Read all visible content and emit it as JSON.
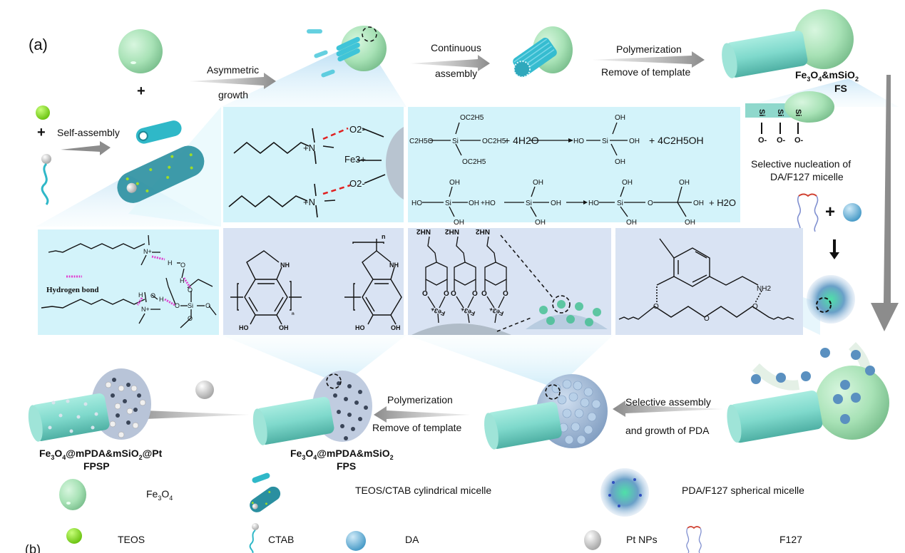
{
  "panel_label": "(a)",
  "panel_label_b": "(b)",
  "steps": {
    "asymmetric": [
      "Asymmetric",
      "growth"
    ],
    "continuous": [
      "Continuous",
      "assembly"
    ],
    "polymerization_top": [
      "Polymerization",
      "Remove of template"
    ],
    "self_assembly": "Self-assembly",
    "selective_nucleation": [
      "Selective nucleation of",
      "DA/F127 micelle"
    ],
    "selective_assembly": [
      "Selective assembly",
      "and growth of PDA"
    ],
    "polymerization_bottom": [
      "Polymerization",
      "Remove of template"
    ],
    "plus": "+"
  },
  "products": {
    "fs": {
      "formula": "Fe3O4&mSiO2",
      "abbr": "FS"
    },
    "fps": {
      "formula": "Fe3O4@mPDA&mSiO2",
      "abbr": "FPS"
    },
    "fpsp": {
      "formula": "Fe3O4@mPDA&mSiO2@Pt",
      "abbr": "FPSP"
    }
  },
  "chem": {
    "ctab_fe": {
      "o2_top": "O2-",
      "fe": "Fe3+",
      "o2_bottom": "O2-",
      "n_plus": "+N"
    },
    "teos_hydrolysis": {
      "oc2h5": "OC2H5",
      "c2h5o": "C2H5O",
      "si": "Si",
      "plus_water": "+ 4H2O",
      "ho": "HO",
      "oh": "OH",
      "plus_ethanol": "+ 4C2H5OH"
    },
    "condensation": {
      "plus_ho": "+HO",
      "o": "O",
      "plus_h2o": "+ H2O"
    },
    "hbond": {
      "label": "Hydrogen bond",
      "h": "H",
      "o": "O",
      "si": "Si",
      "n": "N+"
    },
    "pda": {
      "nh": "NH",
      "ho": "HO",
      "oh": "OH",
      "n": "n"
    },
    "catechol_fe": {
      "nh2": "NH2",
      "o": "O",
      "fe": "Fe3+"
    },
    "f127_da": {
      "nh2": "NH2",
      "o": "O"
    },
    "silanol": {
      "si": "Si",
      "o": "O-"
    }
  },
  "legend": [
    {
      "icon": "fe3o4-sphere-icon",
      "label": "Fe3O4"
    },
    {
      "icon": "cylindrical-micelle-icon",
      "label": "TEOS/CTAB cylindrical micelle"
    },
    {
      "icon": "spherical-micelle-icon",
      "label": "PDA/F127 spherical micelle"
    },
    {
      "icon": "teos-sphere-icon",
      "label": "TEOS"
    },
    {
      "icon": "ctab-icon",
      "label": "CTAB"
    },
    {
      "icon": "da-sphere-icon",
      "label": "DA"
    },
    {
      "icon": "pt-np-icon",
      "label": "Pt NPs"
    },
    {
      "icon": "f127-icon",
      "label": "F127"
    }
  ],
  "colors": {
    "fe3o4": "#a9e6b8",
    "teos": "#8fe02a",
    "ctab": "#2fb8c8",
    "silica": "#7fd9cc",
    "pda": "#9fb8d8",
    "panel_cyan": "#d3f3fa",
    "panel_lavender": "#d9e3f3",
    "arrow": "#8c8c8c",
    "hbond": "#e040d0",
    "ionic_bond": "#e02020"
  }
}
